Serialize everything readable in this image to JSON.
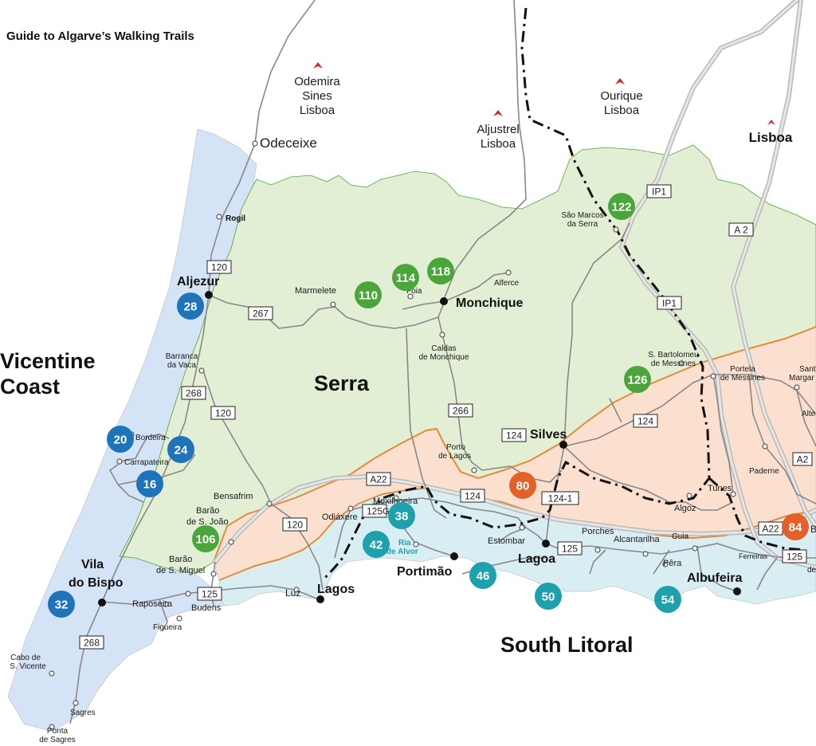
{
  "title": "Guide to Algarve’s Walking Trails",
  "regions": {
    "vicentine": "Vicentine Coast",
    "serra": "Serra",
    "litoral": "South Litoral"
  },
  "colors": {
    "coast_fill": "#d5e3f6",
    "serra_fill": "#e3efd5",
    "barrocal_fill": "#fbe0cf",
    "litoral_fill": "#d9eef2",
    "blue": "#1f73b8",
    "green": "#4aa63a",
    "orange": "#e3602a",
    "teal": "#1ea0ad",
    "region_blue": "#1f76bd",
    "region_green": "#4aa63a",
    "region_teal": "#1e9aa6",
    "boundary_orange": "#e78a3a"
  },
  "directions": {
    "north1": [
      "Odemira",
      "Sines",
      "Lisboa"
    ],
    "north2": [
      "Aljustrel",
      "Lisboa"
    ],
    "north3": [
      "Ourique",
      "Lisboa"
    ],
    "north4": "Lisboa"
  },
  "towns": {
    "aljezur": "Aljezur",
    "monchique": "Monchique",
    "silves": "Silves",
    "lagos": "Lagos",
    "portimao": "Portimão",
    "lagoa": "Lagoa",
    "albufeira": "Albufeira",
    "vila_bispo_1": "Vila",
    "vila_bispo_2": "do Bispo"
  },
  "places": {
    "odeceixe": "Odeceixe",
    "rogil": "Rogil",
    "marmelete": "Marmelete",
    "foia": "Fóia",
    "alferce": "Alferce",
    "caldas_1": "Caldas",
    "caldas_2": "de Monchique",
    "barranca_1": "Barranca",
    "barranca_2": "da Vaca",
    "bordeira": "Bordeira",
    "carrapateira": "Carrapateira",
    "bensafrim": "Bensafrim",
    "barao_sjoao_1": "Barão",
    "barao_sjoao_2": "de S. João",
    "barao_smiguel_1": "Barão",
    "barao_smiguel_2": "de S. Miguel",
    "raposeira": "Raposeira",
    "budens": "Budens",
    "figueira": "Figueira",
    "luz": "Luz",
    "odiaxere": "Odiáxere",
    "mexilhoeira_1": "Mexilhoeira",
    "mexilhoeira_2": "Grande",
    "ria_1": "Ria",
    "ria_2": "de Alvor",
    "porto_lagos_1": "Porto",
    "porto_lagos_2": "de Lagos",
    "estombar": "Estombar",
    "porches": "Porches",
    "alcantarilha": "Alcantarilha",
    "guia": "Guia",
    "pera": "Pêra",
    "algoz": "Algoz",
    "tunes": "Tunes",
    "paderne": "Paderne",
    "sbartolomeu_1": "S. Bartolomeu",
    "sbartolomeu_2": "de Messines",
    "portela_1": "Portela",
    "portela_2": "de Messines",
    "santa_1": "Santa",
    "santa_2": "Margar",
    "alte": "Alte",
    "ferreiras": "Ferreiras",
    "saomarcos_1": "São Marcos",
    "saomarcos_2": "da Serra",
    "cabo_1": "Cabo de",
    "cabo_2": "S. Vicente",
    "sagres": "Sagres",
    "ponta_1": "Ponta",
    "ponta_2": "de Sagres",
    "b_cut": "B",
    "de_cut": "de"
  },
  "roads": {
    "r120": "120",
    "r267": "267",
    "r268": "268",
    "r266": "266",
    "r124": "124",
    "r124_1": "124-1",
    "r125": "125",
    "a22": "A22",
    "a2": "A 2",
    "a2b": "A2",
    "ip1": "IP1"
  },
  "trails": {
    "t28": "28",
    "t20": "20",
    "t24": "24",
    "t16": "16",
    "t32": "32",
    "t110": "110",
    "t114": "114",
    "t118": "118",
    "t122": "122",
    "t126": "126",
    "t106": "106",
    "t80": "80",
    "t84": "84",
    "t38": "38",
    "t42": "42",
    "t46": "46",
    "t50": "50",
    "t54": "54"
  }
}
